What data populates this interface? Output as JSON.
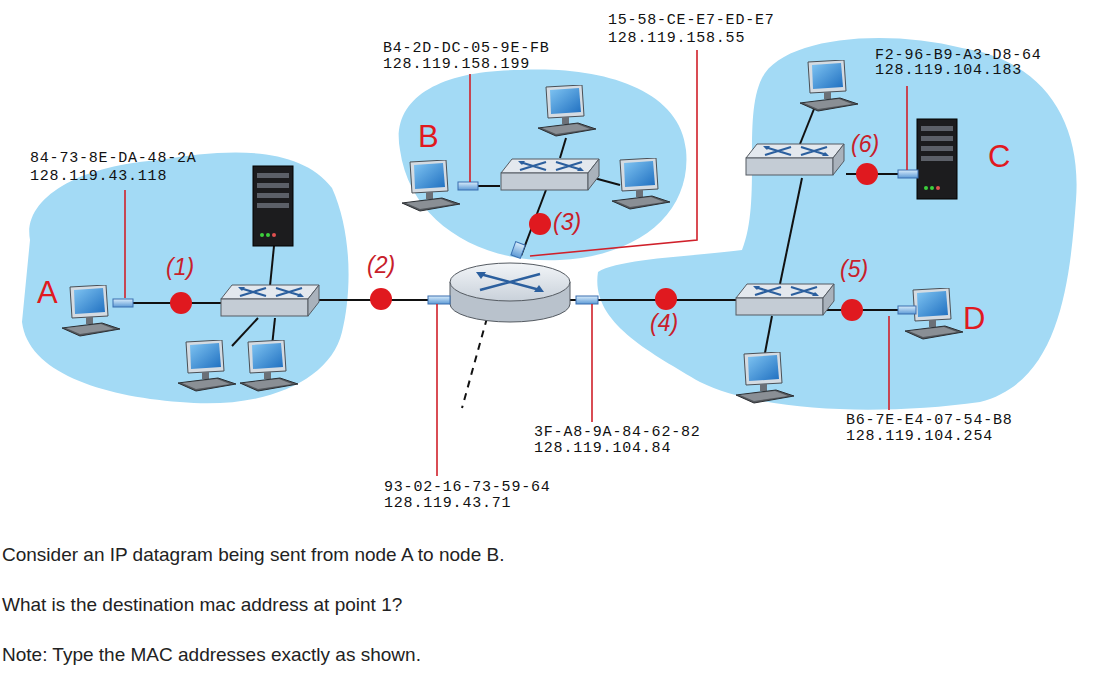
{
  "diagram": {
    "labels": [
      "84-73-8E-DA-48-2A",
      "128.119.43.118",
      "A",
      "(1)",
      "(2)",
      "B4-2D-DC-05-9E-FB",
      "128.119.158.199",
      "B",
      "(3)",
      "15-58-CE-E7-ED-E7",
      "128.119.158.55",
      "F2-96-B9-A3-D8-64",
      "128.119.104.183",
      "(6)",
      "C",
      "(5)",
      "D",
      "(4)",
      "3F-A8-9A-84-62-82",
      "128.119.104.84",
      "B6-7E-E4-07-54-B8",
      "128.119.104.254",
      "93-02-16-73-59-64",
      "128.119.43.71",
      "Consider an IP datagram being sent from node A to node B.",
      "What is the destination mac address at point 1?",
      "Note: Type the MAC addresses exactly as shown."
    ]
  }
}
